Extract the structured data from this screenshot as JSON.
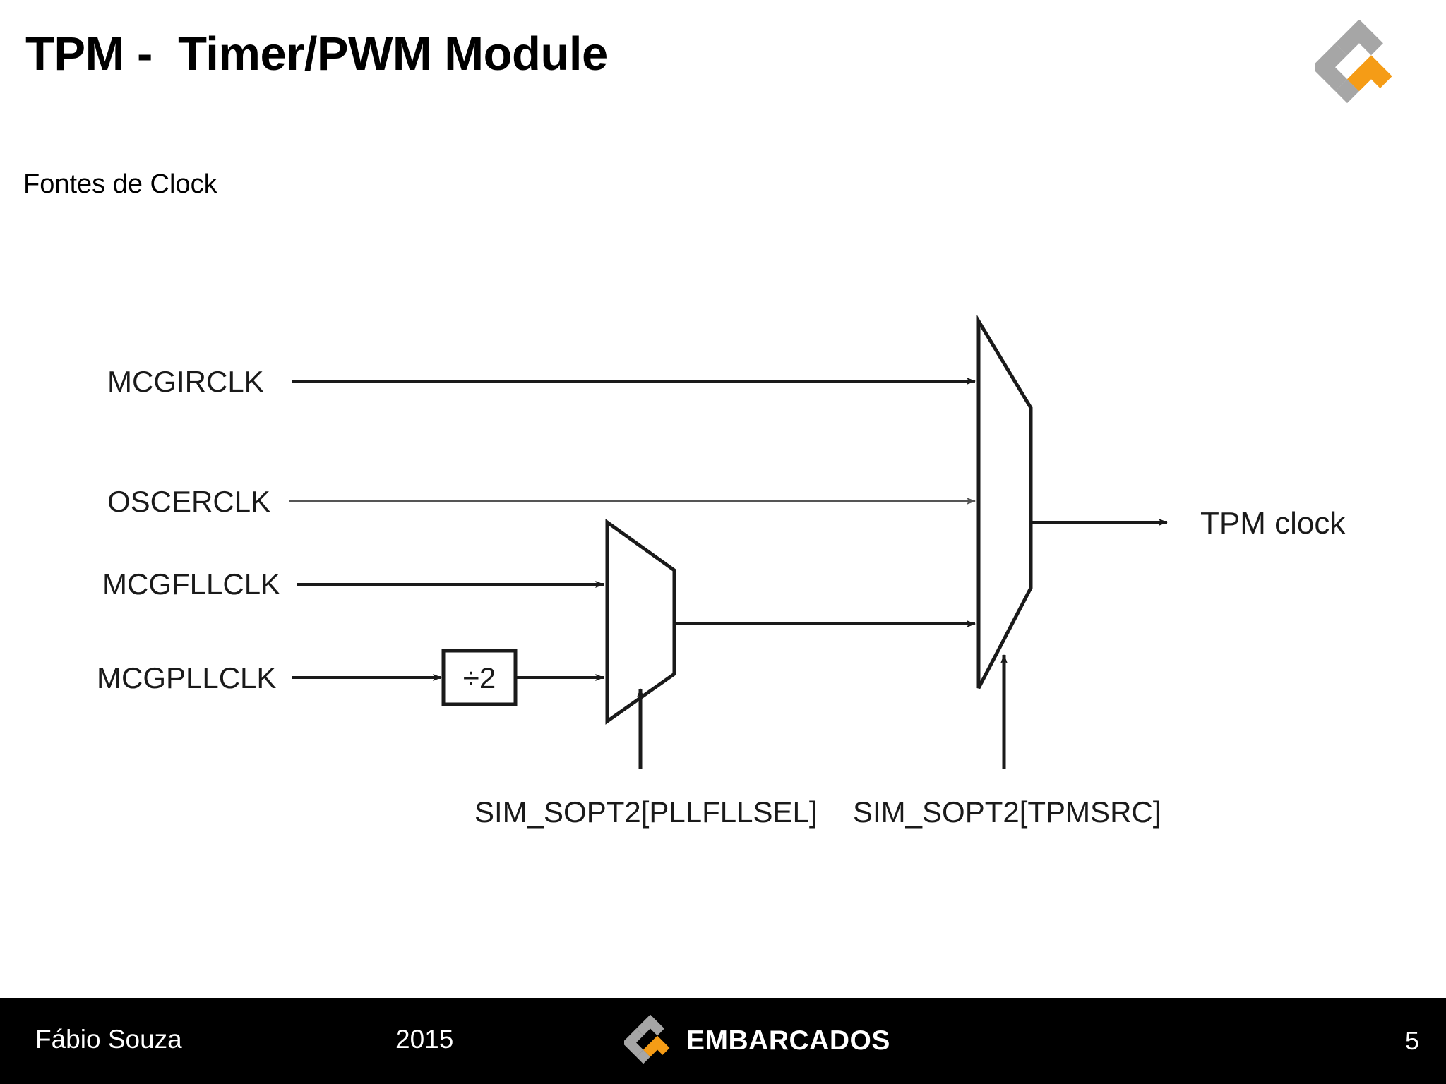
{
  "slide": {
    "title": "TPM -  Timer/PWM Module",
    "subtitle": "Fontes de Clock",
    "page_number": "5",
    "brand_logo_name": "embarcados-diamond-logo",
    "colors": {
      "logo_gray": "#a6a6a6",
      "logo_orange": "#f59c16",
      "footer_bg": "#000000",
      "text": "#000000",
      "diagram_stroke": "#1a1a1a"
    }
  },
  "footer": {
    "author": "Fábio Souza",
    "year": "2015",
    "brand": "EMBARCADOS",
    "page_number": "5"
  },
  "diagram": {
    "type": "block-diagram",
    "title": "TPM clock source selection",
    "inputs": [
      {
        "label": "MCGIRCLK",
        "target": "tpmsrc-mux",
        "port": 0
      },
      {
        "label": "OSCERCLK",
        "target": "tpmsrc-mux",
        "port": 1
      },
      {
        "label": "MCGFLLCLK",
        "target": "pllfllsel-mux",
        "port": 0
      },
      {
        "label": "MCGPLLCLK",
        "target": "divider-2",
        "port": 0
      }
    ],
    "blocks": [
      {
        "id": "divider-2",
        "type": "box",
        "label": "÷2"
      },
      {
        "id": "pllfllsel-mux",
        "type": "mux",
        "label": "",
        "select": "SIM_SOPT2[PLLFLLSEL]",
        "inputs": 2
      },
      {
        "id": "tpmsrc-mux",
        "type": "mux",
        "label": "",
        "select": "SIM_SOPT2[TPMSRC]",
        "inputs": 3
      }
    ],
    "selects": [
      {
        "label": "SIM_SOPT2[PLLFLLSEL]"
      },
      {
        "label": "SIM_SOPT2[TPMSRC]"
      }
    ],
    "output": {
      "label": "TPM clock"
    },
    "labels": {
      "in1": "MCGIRCLK",
      "in2": "OSCERCLK",
      "in3": "MCGFLLCLK",
      "in4": "MCGPLLCLK",
      "divider": "÷2",
      "select1": "SIM_SOPT2[PLLFLLSEL]",
      "select2": "SIM_SOPT2[TPMSRC]",
      "output": "TPM clock"
    }
  }
}
